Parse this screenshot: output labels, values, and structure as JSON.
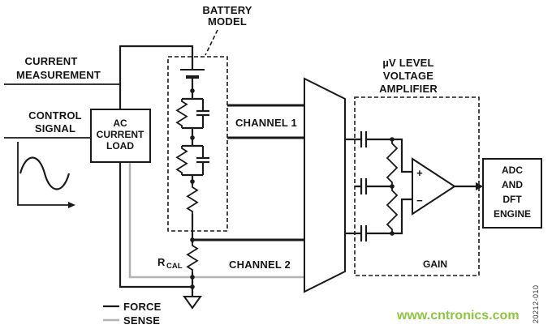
{
  "labels": {
    "battery_model_1": "BATTERY",
    "battery_model_2": "MODEL",
    "current_measurement_1": "CURRENT",
    "current_measurement_2": "MEASUREMENT",
    "control_signal_1": "CONTROL",
    "control_signal_2": "SIGNAL",
    "ac_load_1": "AC",
    "ac_load_2": "CURRENT",
    "ac_load_3": "LOAD",
    "channel_1": "CHANNEL 1",
    "channel_2": "CHANNEL 2",
    "rcal_main": "R",
    "rcal_sub": "CAL",
    "amplifier_1": "µV LEVEL",
    "amplifier_2": "VOLTAGE",
    "amplifier_3": "AMPLIFIER",
    "gain": "GAIN",
    "adc_1": "ADC",
    "adc_2": "AND",
    "adc_3": "DFT",
    "adc_4": "ENGINE",
    "opamp_plus": "+",
    "opamp_minus": "−",
    "legend_force": "FORCE",
    "legend_sense": "SENSE",
    "watermark": "www.cntronics.com",
    "figure_number": "20212-010"
  },
  "colors": {
    "force": "#1a1a1a",
    "sense": "#b3b3b3",
    "watermark": "#8cc63e"
  }
}
